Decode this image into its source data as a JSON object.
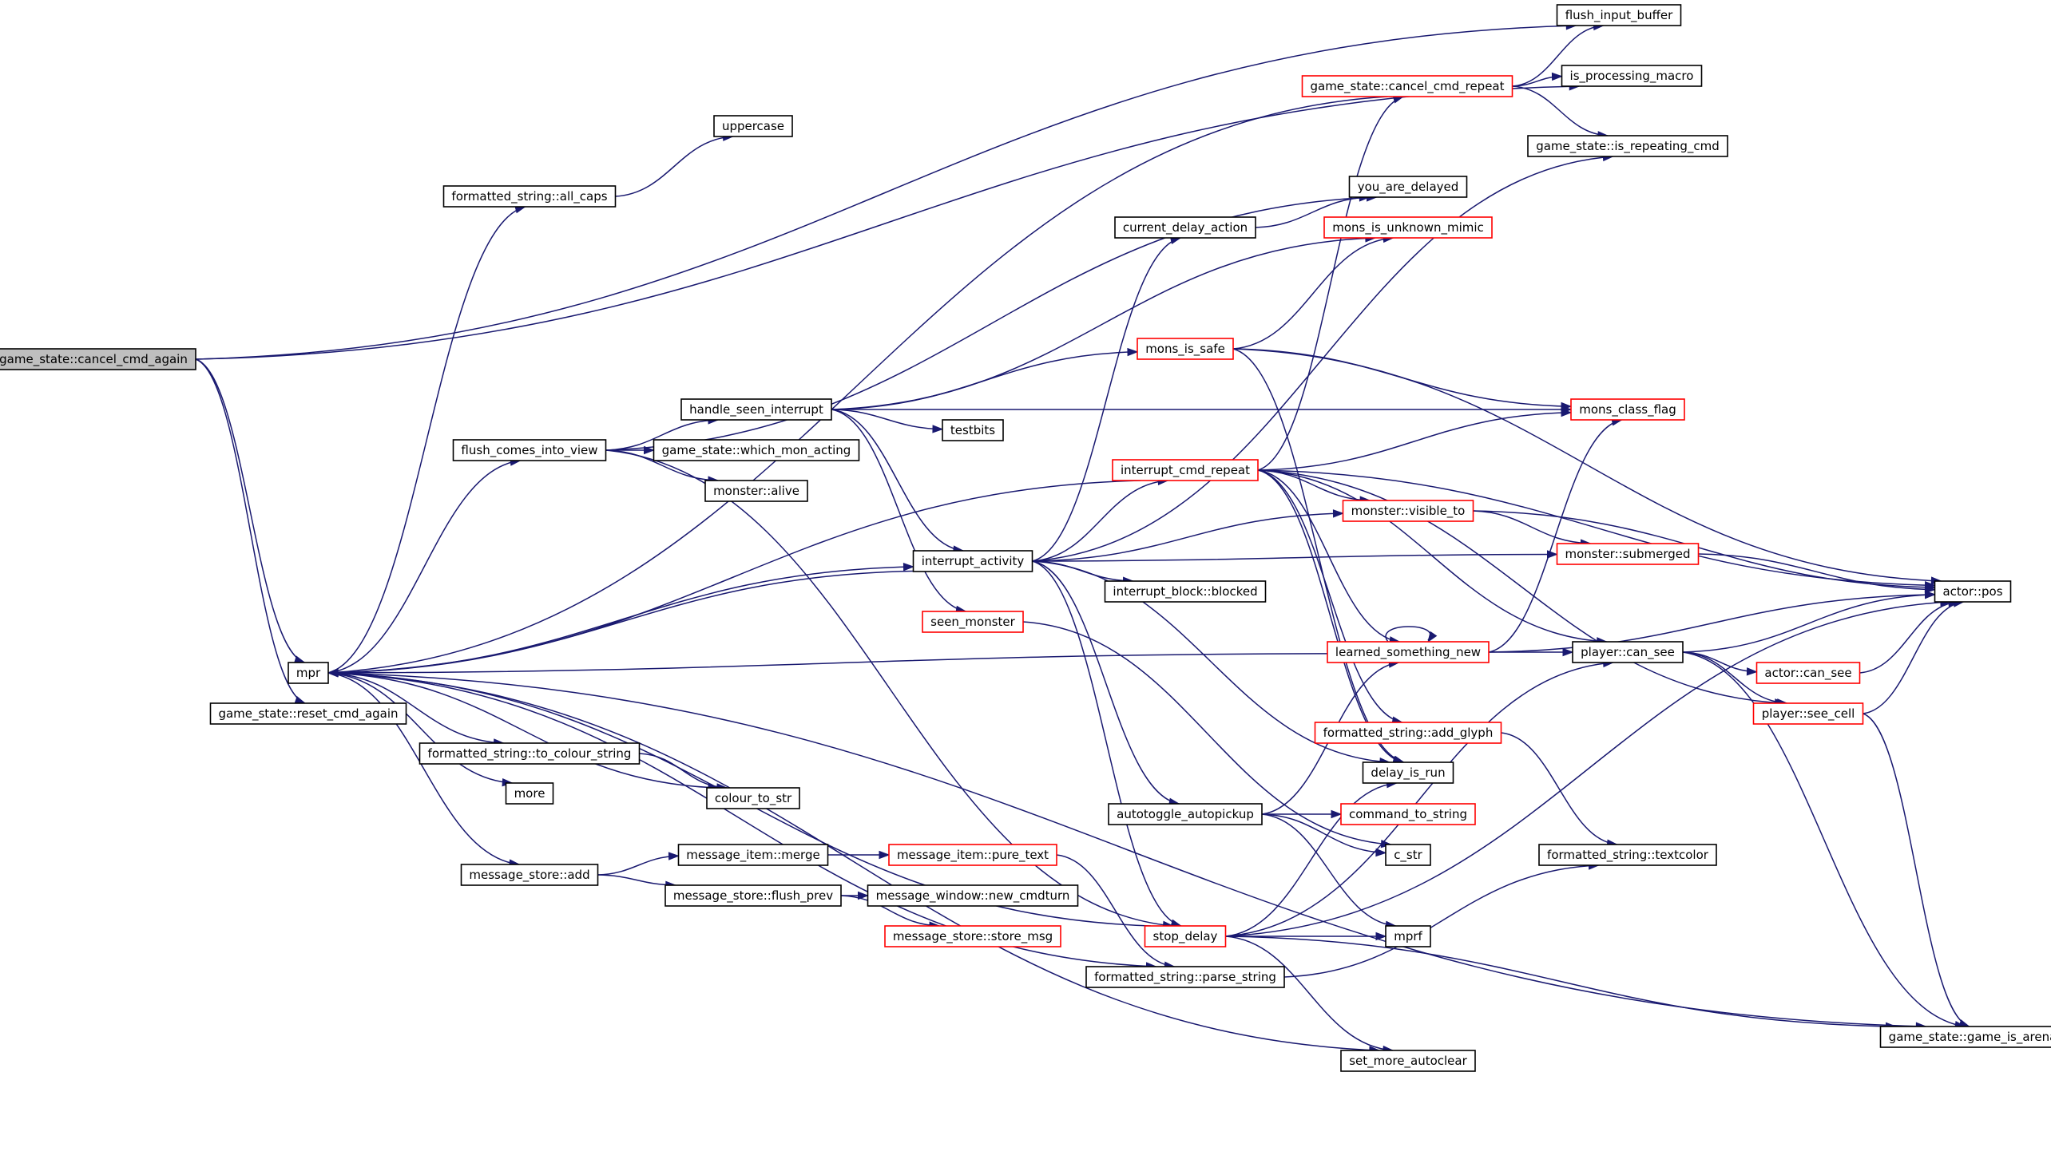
{
  "nodes": [
    {
      "id": "cancel_cmd_again",
      "label": "game_state::cancel_cmd_again",
      "style": "root",
      "interactable": false
    },
    {
      "id": "flush_input_buffer",
      "label": "flush_input_buffer",
      "style": "normal",
      "interactable": true
    },
    {
      "id": "is_processing_macro",
      "label": "is_processing_macro",
      "style": "normal",
      "interactable": true
    },
    {
      "id": "cancel_cmd_repeat",
      "label": "game_state::cancel_cmd_repeat",
      "style": "truncated",
      "interactable": true
    },
    {
      "id": "is_repeating_cmd",
      "label": "game_state::is_repeating_cmd",
      "style": "normal",
      "interactable": true
    },
    {
      "id": "uppercase",
      "label": "uppercase",
      "style": "normal",
      "interactable": true
    },
    {
      "id": "all_caps",
      "label": "formatted_string::all_caps",
      "style": "normal",
      "interactable": true
    },
    {
      "id": "you_are_delayed",
      "label": "you_are_delayed",
      "style": "normal",
      "interactable": true
    },
    {
      "id": "current_delay_action",
      "label": "current_delay_action",
      "style": "normal",
      "interactable": true
    },
    {
      "id": "mons_is_unknown_mimic",
      "label": "mons_is_unknown_mimic",
      "style": "truncated",
      "interactable": true
    },
    {
      "id": "mons_is_safe",
      "label": "mons_is_safe",
      "style": "truncated",
      "interactable": true
    },
    {
      "id": "mons_class_flag",
      "label": "mons_class_flag",
      "style": "truncated",
      "interactable": true
    },
    {
      "id": "handle_seen_interrupt",
      "label": "handle_seen_interrupt",
      "style": "normal",
      "interactable": true
    },
    {
      "id": "testbits",
      "label": "testbits",
      "style": "normal",
      "interactable": true
    },
    {
      "id": "flush_comes_into_view",
      "label": "flush_comes_into_view",
      "style": "normal",
      "interactable": true
    },
    {
      "id": "which_mon_acting",
      "label": "game_state::which_mon_acting",
      "style": "normal",
      "interactable": true
    },
    {
      "id": "interrupt_cmd_repeat",
      "label": "interrupt_cmd_repeat",
      "style": "truncated",
      "interactable": true
    },
    {
      "id": "monster_alive",
      "label": "monster::alive",
      "style": "normal",
      "interactable": true
    },
    {
      "id": "monster_visible_to",
      "label": "monster::visible_to",
      "style": "truncated",
      "interactable": true
    },
    {
      "id": "interrupt_activity",
      "label": "interrupt_activity",
      "style": "normal",
      "interactable": true
    },
    {
      "id": "monster_submerged",
      "label": "monster::submerged",
      "style": "truncated",
      "interactable": true
    },
    {
      "id": "interrupt_block_blocked",
      "label": "interrupt_block::blocked",
      "style": "normal",
      "interactable": true
    },
    {
      "id": "actor_pos",
      "label": "actor::pos",
      "style": "normal",
      "interactable": true
    },
    {
      "id": "seen_monster",
      "label": "seen_monster",
      "style": "truncated",
      "interactable": true
    },
    {
      "id": "learned_something_new",
      "label": "learned_something_new",
      "style": "truncated",
      "interactable": true
    },
    {
      "id": "player_can_see",
      "label": "player::can_see",
      "style": "normal",
      "interactable": true
    },
    {
      "id": "mpr",
      "label": "mpr",
      "style": "normal",
      "interactable": true
    },
    {
      "id": "actor_can_see",
      "label": "actor::can_see",
      "style": "truncated",
      "interactable": true
    },
    {
      "id": "reset_cmd_again",
      "label": "game_state::reset_cmd_again",
      "style": "normal",
      "interactable": true
    },
    {
      "id": "player_see_cell",
      "label": "player::see_cell",
      "style": "truncated",
      "interactable": true
    },
    {
      "id": "add_glyph",
      "label": "formatted_string::add_glyph",
      "style": "truncated",
      "interactable": true
    },
    {
      "id": "to_colour_string",
      "label": "formatted_string::to_colour_string",
      "style": "normal",
      "interactable": true
    },
    {
      "id": "delay_is_run",
      "label": "delay_is_run",
      "style": "normal",
      "interactable": true
    },
    {
      "id": "more",
      "label": "more",
      "style": "normal",
      "interactable": true
    },
    {
      "id": "colour_to_str",
      "label": "colour_to_str",
      "style": "normal",
      "interactable": true
    },
    {
      "id": "autotoggle_autopickup",
      "label": "autotoggle_autopickup",
      "style": "normal",
      "interactable": true
    },
    {
      "id": "command_to_string",
      "label": "command_to_string",
      "style": "truncated",
      "interactable": true
    },
    {
      "id": "message_store_add",
      "label": "message_store::add",
      "style": "normal",
      "interactable": true
    },
    {
      "id": "message_item_merge",
      "label": "message_item::merge",
      "style": "normal",
      "interactable": true
    },
    {
      "id": "message_item_pure_text",
      "label": "message_item::pure_text",
      "style": "truncated",
      "interactable": true
    },
    {
      "id": "c_str",
      "label": "c_str",
      "style": "normal",
      "interactable": true
    },
    {
      "id": "textcolor",
      "label": "formatted_string::textcolor",
      "style": "normal",
      "interactable": true
    },
    {
      "id": "flush_prev",
      "label": "message_store::flush_prev",
      "style": "normal",
      "interactable": true
    },
    {
      "id": "new_cmdturn",
      "label": "message_window::new_cmdturn",
      "style": "normal",
      "interactable": true
    },
    {
      "id": "store_msg",
      "label": "message_store::store_msg",
      "style": "truncated",
      "interactable": true
    },
    {
      "id": "stop_delay",
      "label": "stop_delay",
      "style": "truncated",
      "interactable": true
    },
    {
      "id": "mprf",
      "label": "mprf",
      "style": "normal",
      "interactable": true
    },
    {
      "id": "parse_string",
      "label": "formatted_string::parse_string",
      "style": "normal",
      "interactable": true
    },
    {
      "id": "game_is_arena",
      "label": "game_state::game_is_arena",
      "style": "normal",
      "interactable": true
    },
    {
      "id": "set_more_autoclear",
      "label": "set_more_autoclear",
      "style": "normal",
      "interactable": true
    }
  ],
  "edges": [
    [
      "cancel_cmd_again",
      "flush_input_buffer"
    ],
    [
      "cancel_cmd_again",
      "is_processing_macro"
    ],
    [
      "cancel_cmd_again",
      "mpr"
    ],
    [
      "cancel_cmd_again",
      "reset_cmd_again"
    ],
    [
      "cancel_cmd_repeat",
      "flush_input_buffer"
    ],
    [
      "cancel_cmd_repeat",
      "is_processing_macro"
    ],
    [
      "cancel_cmd_repeat",
      "is_repeating_cmd"
    ],
    [
      "cancel_cmd_repeat",
      "mpr"
    ],
    [
      "all_caps",
      "uppercase"
    ],
    [
      "current_delay_action",
      "you_are_delayed"
    ],
    [
      "mons_is_safe",
      "mons_is_unknown_mimic"
    ],
    [
      "mons_is_safe",
      "mons_class_flag"
    ],
    [
      "mons_is_safe",
      "actor_pos"
    ],
    [
      "mons_is_safe",
      "delay_is_run"
    ],
    [
      "handle_seen_interrupt",
      "mons_is_unknown_mimic"
    ],
    [
      "handle_seen_interrupt",
      "mons_is_safe"
    ],
    [
      "handle_seen_interrupt",
      "testbits"
    ],
    [
      "handle_seen_interrupt",
      "interrupt_activity"
    ],
    [
      "handle_seen_interrupt",
      "seen_monster"
    ],
    [
      "handle_seen_interrupt",
      "mons_class_flag"
    ],
    [
      "flush_comes_into_view",
      "handle_seen_interrupt"
    ],
    [
      "flush_comes_into_view",
      "which_mon_acting"
    ],
    [
      "flush_comes_into_view",
      "monster_alive"
    ],
    [
      "flush_comes_into_view",
      "you_are_delayed"
    ],
    [
      "flush_comes_into_view",
      "stop_delay"
    ],
    [
      "interrupt_cmd_repeat",
      "cancel_cmd_repeat"
    ],
    [
      "interrupt_cmd_repeat",
      "mons_class_flag"
    ],
    [
      "interrupt_cmd_repeat",
      "monster_visible_to"
    ],
    [
      "interrupt_cmd_repeat",
      "actor_pos"
    ],
    [
      "interrupt_cmd_repeat",
      "player_can_see"
    ],
    [
      "interrupt_cmd_repeat",
      "learned_something_new"
    ],
    [
      "interrupt_cmd_repeat",
      "add_glyph"
    ],
    [
      "interrupt_cmd_repeat",
      "player_see_cell"
    ],
    [
      "interrupt_cmd_repeat",
      "delay_is_run"
    ],
    [
      "interrupt_cmd_repeat",
      "mpr"
    ],
    [
      "monster_visible_to",
      "monster_submerged"
    ],
    [
      "monster_visible_to",
      "actor_pos"
    ],
    [
      "interrupt_activity",
      "current_delay_action"
    ],
    [
      "interrupt_activity",
      "is_repeating_cmd"
    ],
    [
      "interrupt_activity",
      "interrupt_cmd_repeat"
    ],
    [
      "interrupt_activity",
      "monster_visible_to"
    ],
    [
      "interrupt_activity",
      "monster_submerged"
    ],
    [
      "interrupt_activity",
      "interrupt_block_blocked"
    ],
    [
      "interrupt_activity",
      "mpr"
    ],
    [
      "interrupt_activity",
      "autotoggle_autopickup"
    ],
    [
      "interrupt_activity",
      "stop_delay"
    ],
    [
      "interrupt_activity",
      "delay_is_run"
    ],
    [
      "monster_submerged",
      "actor_pos"
    ],
    [
      "seen_monster",
      "c_str"
    ],
    [
      "learned_something_new",
      "learned_something_new"
    ],
    [
      "learned_something_new",
      "mons_class_flag"
    ],
    [
      "learned_something_new",
      "player_can_see"
    ],
    [
      "learned_something_new",
      "actor_pos"
    ],
    [
      "learned_something_new",
      "mpr"
    ],
    [
      "player_can_see",
      "actor_pos"
    ],
    [
      "player_can_see",
      "actor_can_see"
    ],
    [
      "player_can_see",
      "player_see_cell"
    ],
    [
      "player_can_see",
      "game_is_arena"
    ],
    [
      "actor_can_see",
      "actor_pos"
    ],
    [
      "player_see_cell",
      "actor_pos"
    ],
    [
      "player_see_cell",
      "game_is_arena"
    ],
    [
      "mpr",
      "all_caps"
    ],
    [
      "mpr",
      "flush_comes_into_view"
    ],
    [
      "mpr",
      "interrupt_activity"
    ],
    [
      "mpr",
      "to_colour_string"
    ],
    [
      "mpr",
      "more"
    ],
    [
      "mpr",
      "colour_to_str"
    ],
    [
      "mpr",
      "message_store_add"
    ],
    [
      "mpr",
      "parse_string"
    ],
    [
      "mpr",
      "set_more_autoclear"
    ],
    [
      "mpr",
      "game_is_arena"
    ],
    [
      "to_colour_string",
      "colour_to_str"
    ],
    [
      "add_glyph",
      "textcolor"
    ],
    [
      "autotoggle_autopickup",
      "learned_something_new"
    ],
    [
      "autotoggle_autopickup",
      "command_to_string"
    ],
    [
      "autotoggle_autopickup",
      "c_str"
    ],
    [
      "autotoggle_autopickup",
      "mprf"
    ],
    [
      "message_store_add",
      "message_item_merge"
    ],
    [
      "message_store_add",
      "flush_prev"
    ],
    [
      "message_item_merge",
      "message_item_pure_text"
    ],
    [
      "message_item_pure_text",
      "parse_string"
    ],
    [
      "flush_prev",
      "new_cmdturn"
    ],
    [
      "flush_prev",
      "store_msg"
    ],
    [
      "stop_delay",
      "delay_is_run"
    ],
    [
      "stop_delay",
      "mprf"
    ],
    [
      "stop_delay",
      "actor_pos"
    ],
    [
      "stop_delay",
      "game_is_arena"
    ],
    [
      "stop_delay",
      "set_more_autoclear"
    ],
    [
      "stop_delay",
      "player_can_see"
    ],
    [
      "stop_delay",
      "mpr"
    ],
    [
      "parse_string",
      "textcolor"
    ]
  ]
}
